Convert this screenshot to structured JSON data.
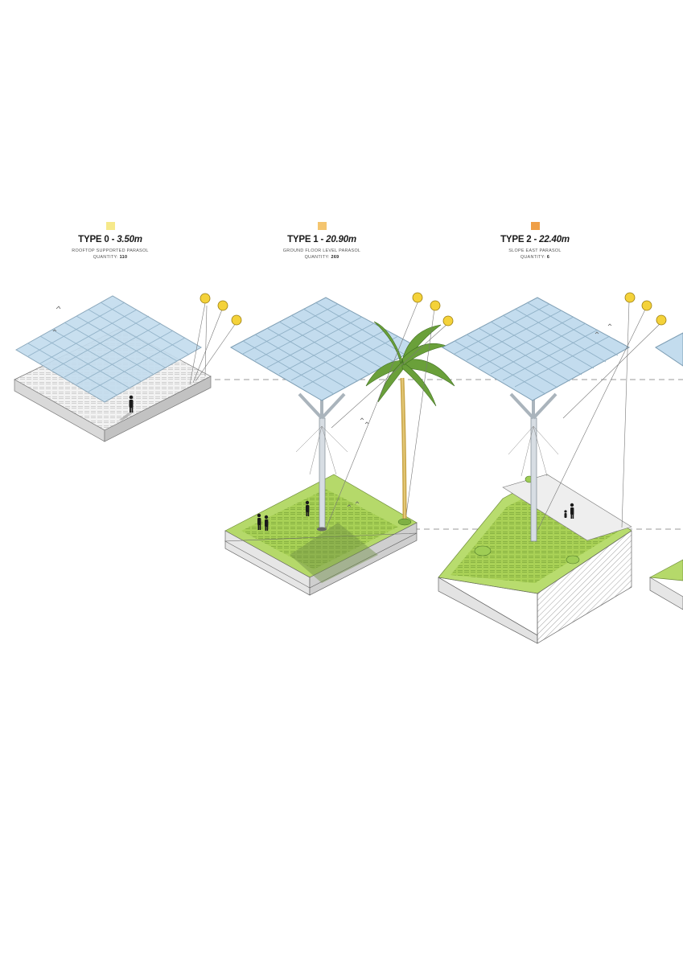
{
  "types": [
    {
      "type_label": "TYPE 0",
      "separator": " - ",
      "height": "3.50m",
      "subtitle": "ROOFTOP SUPPORTED PARASOL",
      "quantity_label": "QUANTITY:",
      "quantity_value": "110",
      "swatch_color": "#f6e98a"
    },
    {
      "type_label": "TYPE 1",
      "separator": " - ",
      "height": "20.90m",
      "subtitle": "GROUND FLOOR LEVEL PARASOL",
      "quantity_label": "QUANTITY:",
      "quantity_value": "269",
      "swatch_color": "#f4c56f"
    },
    {
      "type_label": "TYPE 2",
      "separator": " - ",
      "height": "22.40m",
      "subtitle": "SLOPE EAST PARASOL",
      "quantity_label": "QUANTITY:",
      "quantity_value": "6",
      "swatch_color": "#ef9f47"
    }
  ],
  "colors": {
    "panel_fill": "#bcd8ea",
    "panel_line": "#7f9fb5",
    "grass_top": "#a8d05a",
    "grass_light": "#d3ea90",
    "slab": "#ececec",
    "hatch": "#888888",
    "marker": "#f4d23a"
  },
  "icons": [
    "globe-marker-icon",
    "person-silhouette-icon",
    "palm-tree-icon",
    "bird-icon"
  ]
}
